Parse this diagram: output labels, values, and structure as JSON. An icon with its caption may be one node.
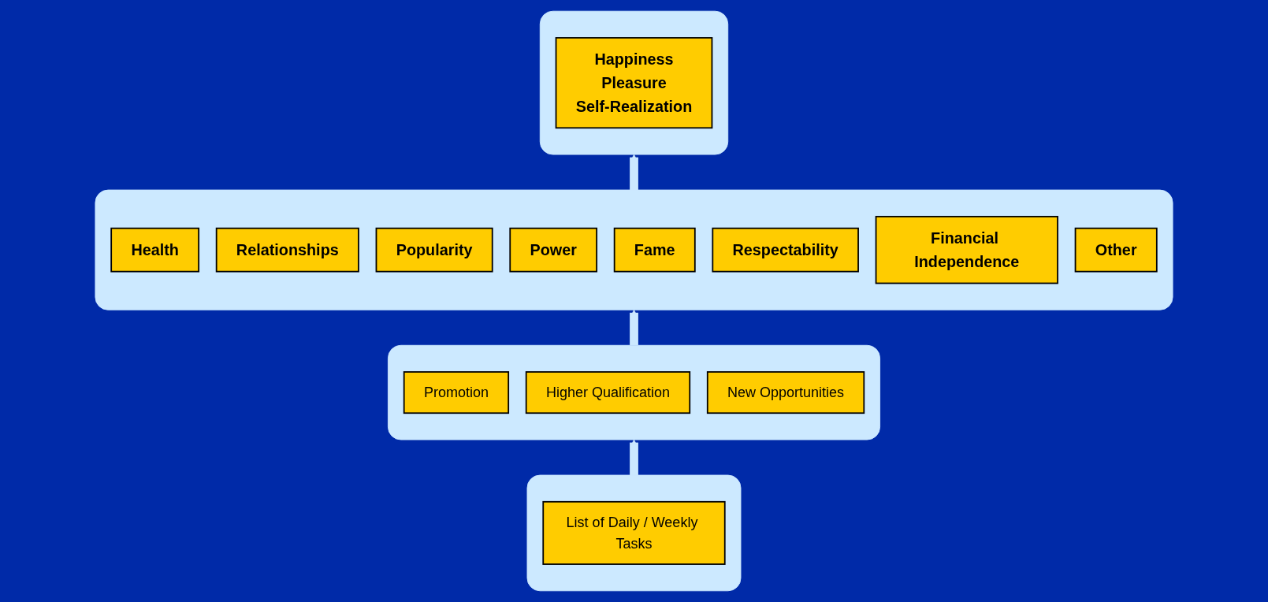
{
  "diagram": {
    "nodes": [
      {
        "text": [],
        "shape": "box"
      },
      {
        "text": [
          "Happiness",
          "Pleasure",
          "Self-Realization"
        ],
        "in": 0
      },
      {
        "text": [],
        "shape": "box"
      },
      {
        "text": [
          "Health"
        ],
        "in": 2
      },
      {
        "text": [
          "Relationships"
        ],
        "in": 2
      },
      {
        "text": [
          "Popularity"
        ],
        "in": 2
      },
      {
        "text": [
          "Power"
        ],
        "in": 2
      },
      {
        "text": [
          "Fame"
        ],
        "in": 2
      },
      {
        "text": [
          "Respectability"
        ],
        "in": 2
      },
      {
        "text": [
          "Financial Independence"
        ],
        "in": 2
      },
      {
        "text": [
          "Other"
        ],
        "in": 2
      },
      {
        "text": [],
        "shape": "box"
      },
      {
        "text": [
          "Promotion"
        ],
        "in": 11
      },
      {
        "text": [
          "Higher Qualification"
        ],
        "in": 11
      },
      {
        "text": [
          "New Opportunities"
        ],
        "in": 11
      },
      {
        "text": [],
        "shape": "box"
      },
      {
        "text": [
          "List of Daily / Weekly Tasks"
        ],
        "in": 15
      }
    ],
    "edges": [
      {
        "from": 2,
        "to": 0,
        "arrow": "to"
      },
      {
        "from": 11,
        "to": 2,
        "arrow": "to"
      },
      {
        "from": 15,
        "to": 11,
        "arrow": "to"
      }
    ]
  }
}
